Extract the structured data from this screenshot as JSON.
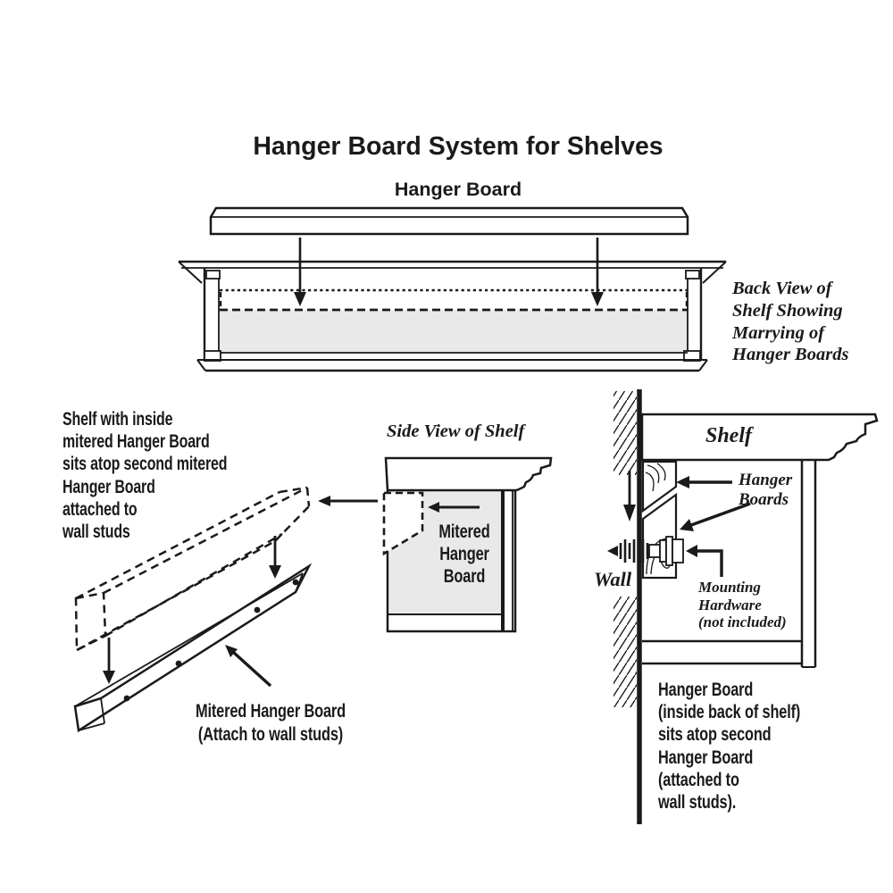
{
  "colors": {
    "ink": "#1a1a1a",
    "panel_gray": "#e9e9e9",
    "background": "#ffffff"
  },
  "title": "Hanger Board System for Shelves",
  "top_diagram": {
    "board_label": "Hanger Board",
    "caption": "Back View of\nShelf Showing\nMarrying of\nHanger Boards"
  },
  "left_diagram": {
    "note": "Shelf with inside\nmitered Hanger Board\nsits atop second mitered\nHanger Board\nattached to\nwall studs",
    "board_caption": "Mitered Hanger Board\n(Attach to wall studs)"
  },
  "side_view": {
    "title": "Side View of Shelf",
    "board_label": "Mitered\nHanger\nBoard"
  },
  "right_diagram": {
    "shelf_label": "Shelf",
    "wall_label": "Wall",
    "hanger_boards_label": "Hanger\nBoards",
    "mounting_label": "Mounting\nHardware\n(not included)",
    "note": "Hanger Board\n(inside back of shelf)\nsits atop second\nHanger Board\n(attached to\nwall studs)."
  }
}
